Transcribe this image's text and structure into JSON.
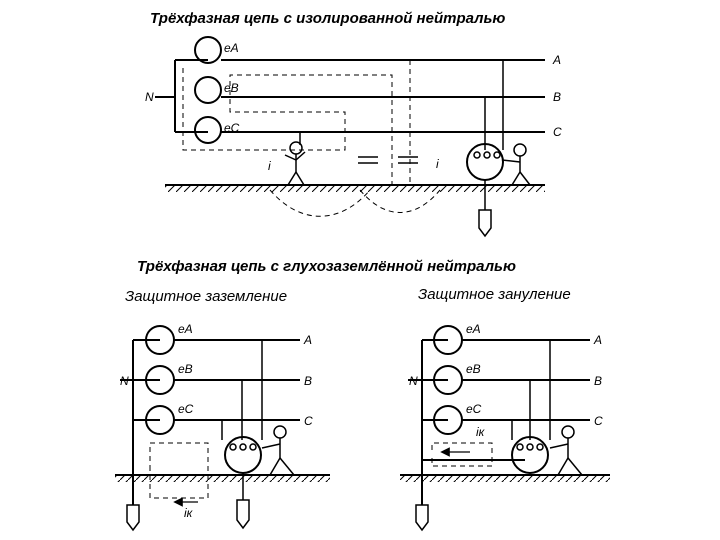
{
  "titles": {
    "top": "Трёхфазная цепь с изолированной нейтралью",
    "middle": "Трёхфазная цепь с глухозаземлённой нейтралью",
    "left_sub": "Защитное заземление",
    "right_sub": "Защитное зануление"
  },
  "labels": {
    "eA": "eA",
    "eB": "eB",
    "eC": "eC",
    "A": "A",
    "B": "B",
    "C": "C",
    "N": "N",
    "i": "i",
    "ik": "iк"
  },
  "colors": {
    "ink": "#000000",
    "background": "#ffffff"
  }
}
